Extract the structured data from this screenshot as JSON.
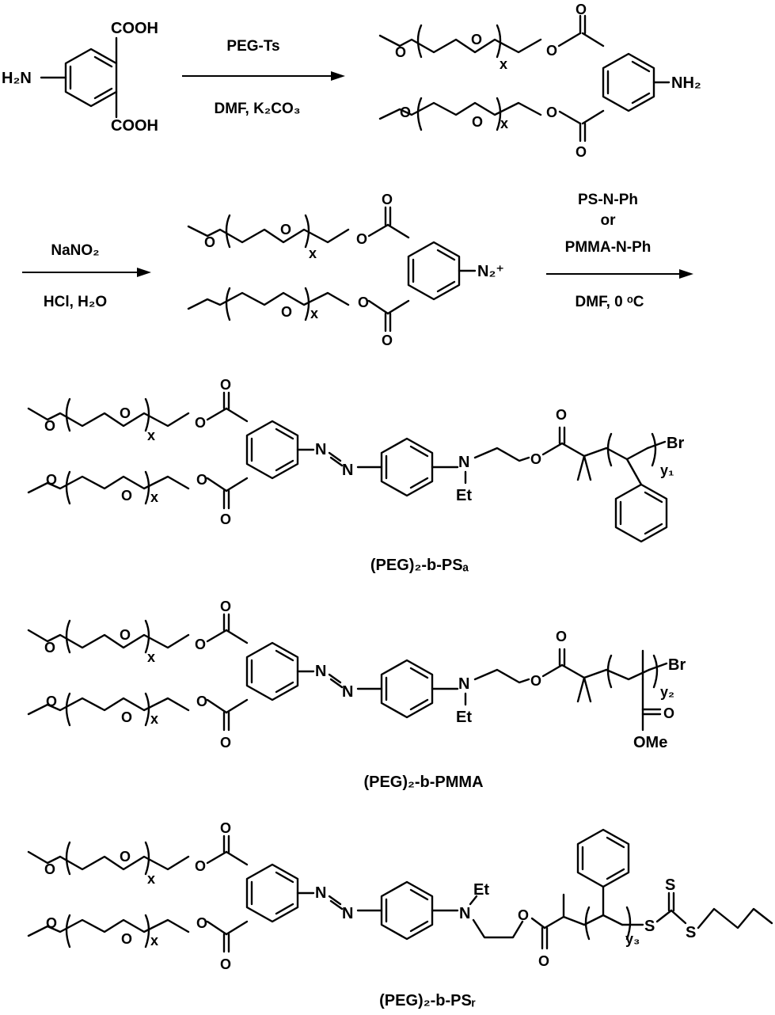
{
  "labels": {
    "cooh": "COOH",
    "h2n": "H₂N",
    "nh2": "NH₂",
    "o": "O",
    "x": "x",
    "n": "N",
    "et": "Et",
    "br": "Br",
    "s": "S",
    "ome": "OMe",
    "n2plus": "N₂⁺",
    "y1": "y₁",
    "y2": "y₂",
    "y3": "y₃"
  },
  "reactions": {
    "step1": {
      "above": "PEG-Ts",
      "below": "DMF,  K₂CO₃"
    },
    "step2": {
      "above": "NaNO₂",
      "below": "HCl,  H₂O"
    },
    "step3": {
      "above1": "PS-N-Ph",
      "above2": "or",
      "above3": "PMMA-N-Ph",
      "below": "DMF,  0 ᵒC"
    }
  },
  "products": {
    "p1": "(PEG)₂-b-PSₐ",
    "p2": "(PEG)₂-b-PMMA",
    "p3": "(PEG)₂-b-PSᵣ"
  }
}
